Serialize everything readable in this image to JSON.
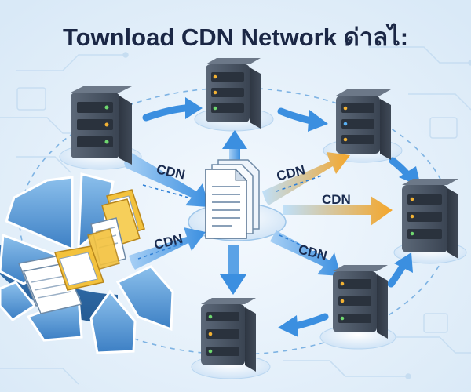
{
  "title": "Townload CDN Network ด่าลไ:",
  "edge_labels": [
    "CDN",
    "CDN",
    "CDN",
    "CDN",
    "CDN"
  ],
  "nodes": {
    "server_top_left": "server",
    "server_top_center": "server",
    "server_top_right": "server",
    "server_right": "server",
    "server_bottom_right": "server",
    "server_bottom_center": "server",
    "hub": "documents"
  },
  "colors": {
    "background": "#e6f1fb",
    "arrow_blue": "#3b8fe0",
    "arrow_orange": "#f4a62a",
    "server_body": "#4a5565",
    "pie_blue": "#4a90d2",
    "folder_yellow": "#f3c23d"
  }
}
